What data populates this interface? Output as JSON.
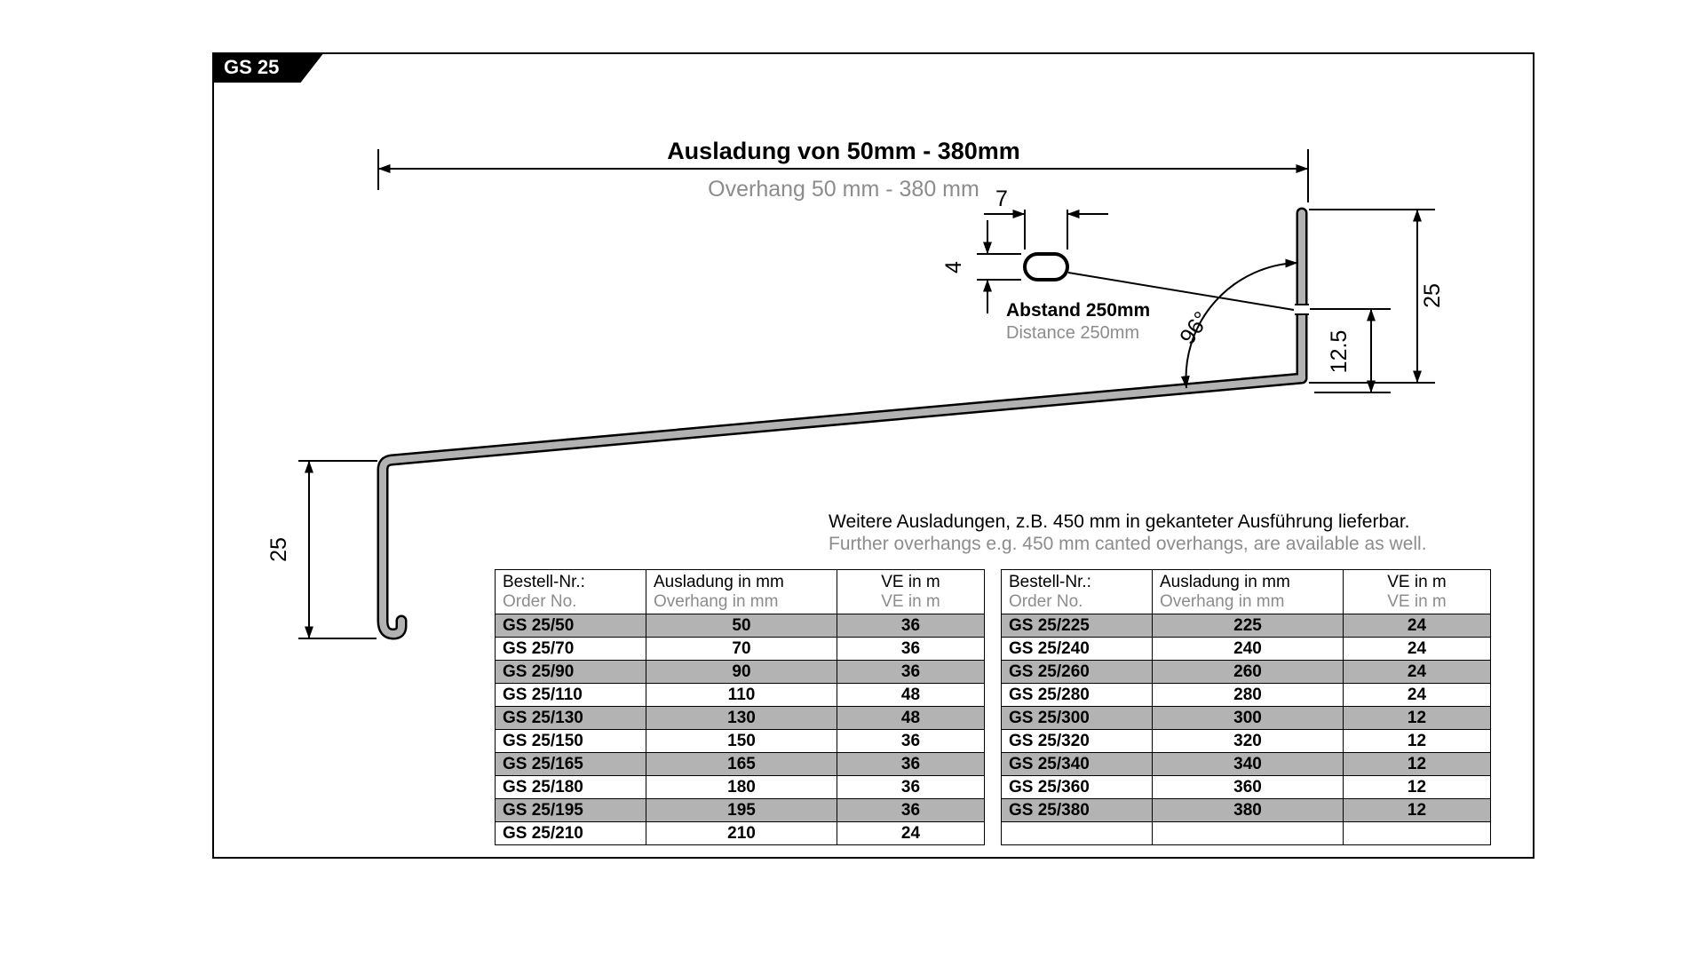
{
  "product_tab": "GS 25",
  "diagram": {
    "title_de": "Ausladung von 50mm - 380mm",
    "title_en": "Overhang 50 mm - 380 mm",
    "slot_width_label": "7",
    "slot_height_label": "4",
    "distance_de": "Abstand 250mm",
    "distance_en": "Distance 250mm",
    "angle_label": "96°",
    "left_height_label": "25",
    "right_height_label": "25",
    "offset_label": "12.5"
  },
  "note": {
    "de": "Weitere Ausladungen, z.B. 450 mm in gekanteter Ausführung lieferbar.",
    "en": "Further overhangs e.g. 450 mm canted overhangs, are available as well."
  },
  "tables": {
    "headers": {
      "col1_de": "Bestell-Nr.:",
      "col1_en": "Order No.",
      "col2_de": "Ausladung in mm",
      "col2_en": "Overhang in mm",
      "col3_de": "VE in m",
      "col3_en": "VE in m"
    },
    "left_rows": [
      [
        "GS 25/50",
        "50",
        "36"
      ],
      [
        "GS 25/70",
        "70",
        "36"
      ],
      [
        "GS 25/90",
        "90",
        "36"
      ],
      [
        "GS 25/110",
        "110",
        "48"
      ],
      [
        "GS 25/130",
        "130",
        "48"
      ],
      [
        "GS 25/150",
        "150",
        "36"
      ],
      [
        "GS 25/165",
        "165",
        "36"
      ],
      [
        "GS 25/180",
        "180",
        "36"
      ],
      [
        "GS 25/195",
        "195",
        "36"
      ],
      [
        "GS 25/210",
        "210",
        "24"
      ]
    ],
    "right_rows": [
      [
        "GS 25/225",
        "225",
        "24"
      ],
      [
        "GS 25/240",
        "240",
        "24"
      ],
      [
        "GS 25/260",
        "260",
        "24"
      ],
      [
        "GS 25/280",
        "280",
        "24"
      ],
      [
        "GS 25/300",
        "300",
        "12"
      ],
      [
        "GS 25/320",
        "320",
        "12"
      ],
      [
        "GS 25/340",
        "340",
        "12"
      ],
      [
        "GS 25/360",
        "360",
        "12"
      ],
      [
        "GS 25/380",
        "380",
        "12"
      ],
      [
        "",
        "",
        ""
      ]
    ]
  },
  "colors": {
    "row_gray": "#b3b3b3",
    "profile_gray": "#b2b2b2",
    "muted_text": "#8c8c8c",
    "line_black": "#000000"
  }
}
